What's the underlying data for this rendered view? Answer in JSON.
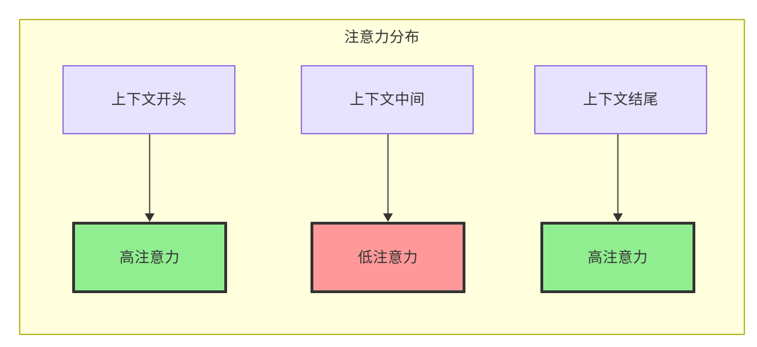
{
  "diagram": {
    "title": "注意力分布",
    "container": {
      "background_color": "#ffffdd",
      "border_color": "#bbbb33"
    },
    "nodes": {
      "top": [
        {
          "id": "context-start",
          "label": "上下文开头",
          "fill": "#e7e3ff",
          "border": "#9a78e0"
        },
        {
          "id": "context-middle",
          "label": "上下文中间",
          "fill": "#e7e3ff",
          "border": "#9a78e0"
        },
        {
          "id": "context-end",
          "label": "上下文结尾",
          "fill": "#e7e3ff",
          "border": "#9a78e0"
        }
      ],
      "bottom": [
        {
          "id": "high-attention-start",
          "label": "高注意力",
          "fill": "#90ee90",
          "border": "#333333"
        },
        {
          "id": "low-attention-middle",
          "label": "低注意力",
          "fill": "#ff9999",
          "border": "#333333"
        },
        {
          "id": "high-attention-end",
          "label": "高注意力",
          "fill": "#90ee90",
          "border": "#333333"
        }
      ]
    },
    "edges": [
      {
        "from": "context-start",
        "to": "high-attention-start",
        "label": ""
      },
      {
        "from": "context-middle",
        "to": "low-attention-middle",
        "label": ""
      },
      {
        "from": "context-end",
        "to": "high-attention-end",
        "label": ""
      }
    ]
  }
}
